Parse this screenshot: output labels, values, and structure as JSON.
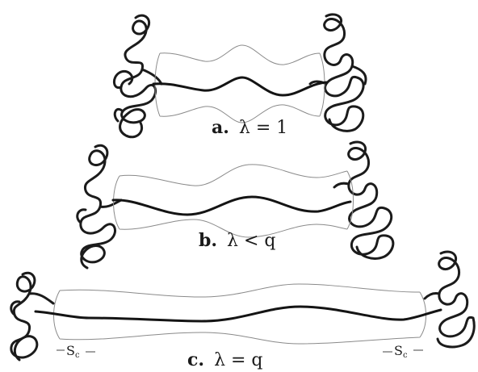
{
  "panels": {
    "a": {
      "letter": "a.",
      "relation": "λ = 1"
    },
    "b": {
      "letter": "b.",
      "relation": "λ < q"
    },
    "c": {
      "letter": "c.",
      "relation": "λ = q",
      "end_label_left": "S",
      "end_label_right": "S",
      "end_label_subscript": "c"
    }
  }
}
